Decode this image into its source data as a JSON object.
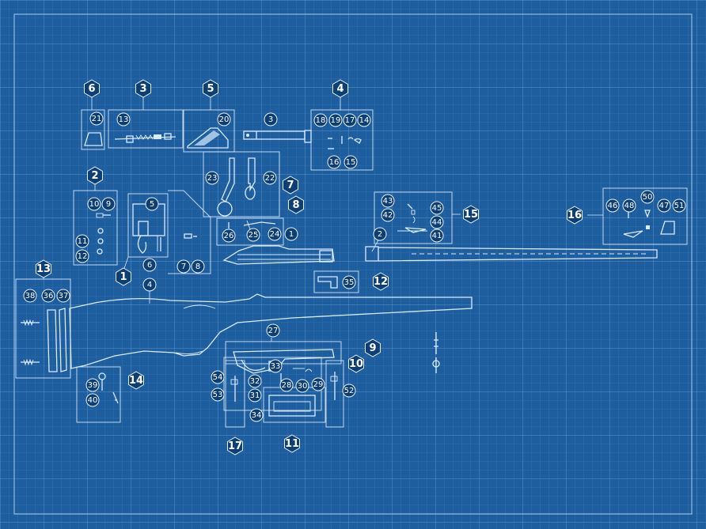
{
  "colors": {
    "background": "#1e5e9e",
    "grid_minor": "#3d7bb8",
    "grid_major": "#5b93c9",
    "line": "#d9ecff",
    "badge_fill": "#0d3f74"
  },
  "group_labels": [
    "1",
    "2",
    "3",
    "4",
    "5",
    "6",
    "7",
    "8",
    "9",
    "10",
    "11",
    "12",
    "13",
    "14",
    "15",
    "16",
    "17"
  ],
  "part_labels": [
    "1",
    "2",
    "3",
    "4",
    "5",
    "6",
    "7",
    "8",
    "9",
    "10",
    "11",
    "12",
    "13",
    "14",
    "15",
    "16",
    "17",
    "18",
    "19",
    "20",
    "21",
    "22",
    "23",
    "24",
    "25",
    "26",
    "27",
    "28",
    "29",
    "30",
    "31",
    "32",
    "33",
    "34",
    "35",
    "36",
    "37",
    "38",
    "39",
    "40",
    "41",
    "42",
    "43",
    "44",
    "45",
    "46",
    "47",
    "48",
    "50",
    "51",
    "52",
    "53",
    "54"
  ]
}
